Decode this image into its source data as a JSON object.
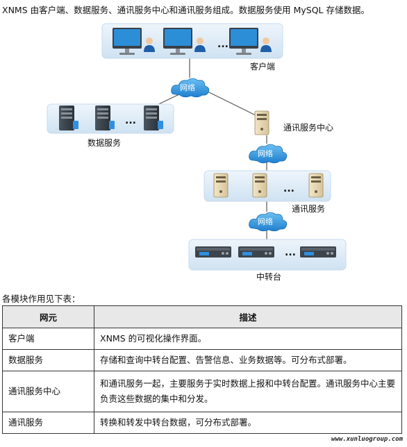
{
  "intro_text": "XNMS 由客户端、数据服务、通讯服务中心和通讯服务组成。数据服务使用 MySQL 存储数据。",
  "diagram": {
    "client_label": "客户端",
    "data_service_label": "数据服务",
    "comm_center_label": "通讯服务中心",
    "comm_service_label": "通讯服务",
    "repeater_label": "中转台",
    "network_label": "网络",
    "ellipsis": "..."
  },
  "table_intro": "各模块作用见下表：",
  "table": {
    "headers": [
      "网元",
      "描述"
    ],
    "rows": [
      {
        "name": "客户端",
        "desc": "XNMS 的可视化操作界面。"
      },
      {
        "name": "数据服务",
        "desc": "存储和查询中转台配置、告警信息、业务数据等。可分布式部署。"
      },
      {
        "name": "通讯服务中心",
        "desc": "和通讯服务一起，主要服务于实时数据上报和中转台配置。通讯服务中心主要负责这些数据的集中和分发。"
      },
      {
        "name": "通讯服务",
        "desc": "转换和转发中转台数据，可分布式部署。"
      }
    ]
  },
  "watermark": "www.xunluogroup.com",
  "colors": {
    "panel": "#dbe9f5",
    "cloud": "#2b8fd6",
    "line": "#555555"
  }
}
